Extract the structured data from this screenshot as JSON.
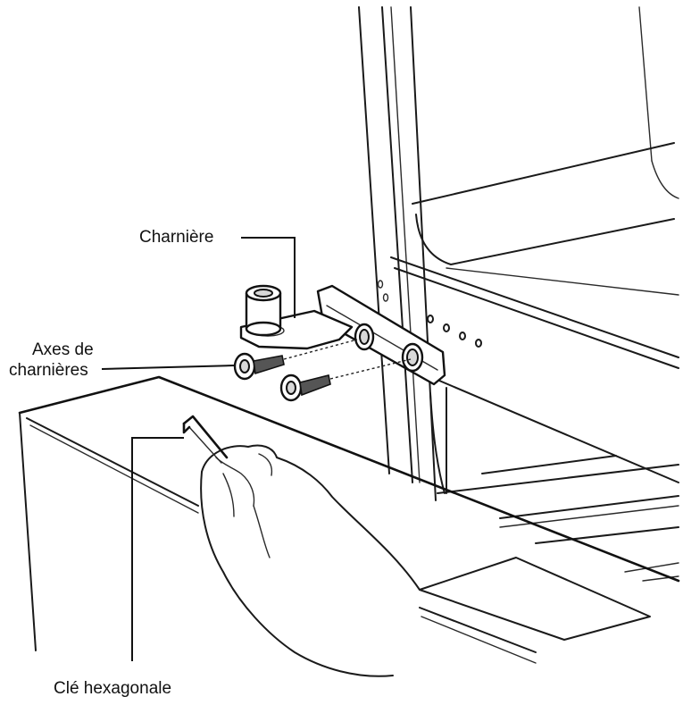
{
  "labels": {
    "hinge": "Charnière",
    "hinge_pins_line1": "Axes de",
    "hinge_pins_line2": "charnières",
    "hex_key": "Clé hexagonale"
  }
}
